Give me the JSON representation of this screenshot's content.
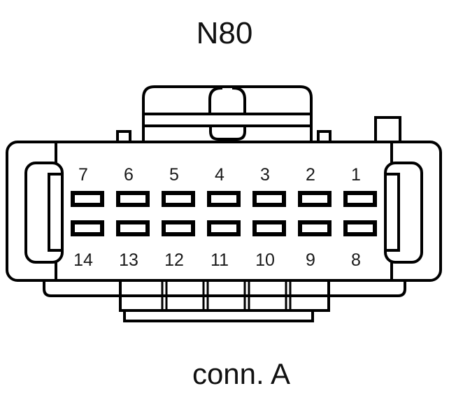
{
  "diagram": {
    "title": "N80",
    "caption": "conn. A",
    "connector": {
      "type": "automotive-connector-face-view",
      "total_pins": 14,
      "rows": 2,
      "columns": 7,
      "numbering_direction": "right-to-left",
      "top_row_labels": [
        "7",
        "6",
        "5",
        "4",
        "3",
        "2",
        "1"
      ],
      "bottom_row_labels": [
        "14",
        "13",
        "12",
        "11",
        "10",
        "9",
        "8"
      ]
    },
    "colors": {
      "outline": "#000000",
      "background": "#ffffff",
      "text": "#111111"
    }
  }
}
